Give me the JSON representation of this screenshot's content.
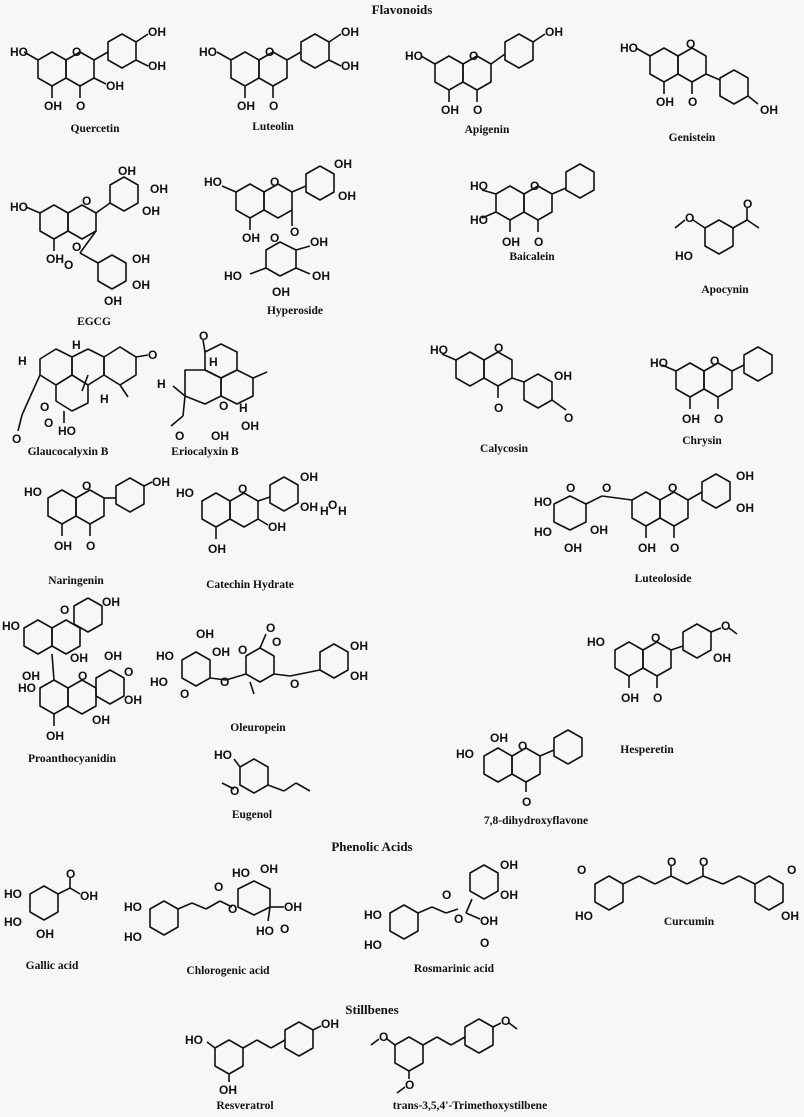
{
  "figure": {
    "background": "#f7f7f7",
    "sections": [
      {
        "title": "Flavonoids"
      },
      {
        "title": "Phenolic Acids"
      },
      {
        "title": "Stillbenes"
      }
    ]
  },
  "compounds": {
    "quercetin": {
      "name": "Quercetin",
      "groups": [
        "HO",
        "OH",
        "OH",
        "OH",
        "OH",
        "O",
        "O"
      ]
    },
    "luteolin": {
      "name": "Luteolin",
      "groups": [
        "HO",
        "OH",
        "OH",
        "OH",
        "O",
        "O"
      ]
    },
    "apigenin": {
      "name": "Apigenin",
      "groups": [
        "HO",
        "OH",
        "OH",
        "O",
        "O"
      ]
    },
    "genistein": {
      "name": "Genistein",
      "groups": [
        "HO",
        "OH",
        "OH",
        "O",
        "O"
      ]
    },
    "egcg": {
      "name": "EGCG",
      "groups": [
        "HO",
        "OH",
        "OH",
        "OH",
        "OH",
        "OH",
        "OH",
        "OH",
        "O",
        "O",
        "O"
      ]
    },
    "hyperoside": {
      "name": "Hyperoside",
      "groups": [
        "HO",
        "OH",
        "OH",
        "OH",
        "OH",
        "OH",
        "HO",
        "OH",
        "O",
        "O",
        "O",
        "O"
      ]
    },
    "baicalein": {
      "name": "Baicalein",
      "groups": [
        "HO",
        "HO",
        "OH",
        "O",
        "O"
      ]
    },
    "apocynin": {
      "name": "Apocynin",
      "groups": [
        "O",
        "HO",
        "O"
      ]
    },
    "glaucocalyxin_b": {
      "name": "Glaucocalyxin B",
      "groups": [
        "H",
        "H",
        "H",
        "O",
        "O",
        "O",
        "O",
        "HO"
      ]
    },
    "eriocalyxin_b": {
      "name": "Eriocalyxin B",
      "groups": [
        "O",
        "H",
        "H",
        "H",
        "O",
        "OH",
        "O",
        "OH"
      ]
    },
    "calycosin": {
      "name": "Calycosin",
      "groups": [
        "HO",
        "O",
        "O",
        "OH",
        "O"
      ]
    },
    "chrysin": {
      "name": "Chrysin",
      "groups": [
        "HO",
        "O",
        "OH",
        "O"
      ]
    },
    "naringenin": {
      "name": "Naringenin",
      "groups": [
        "HO",
        "O",
        "OH",
        "OH",
        "O"
      ]
    },
    "catechin_hydrate": {
      "name": "Catechin Hydrate",
      "groups": [
        "HO",
        "O",
        "OH",
        "OH",
        "OH",
        "OH",
        "H",
        "O",
        "H"
      ]
    },
    "luteoloside": {
      "name": "Luteoloside",
      "groups": [
        "HO",
        "O",
        "O",
        "O",
        "OH",
        "OH",
        "HO",
        "OH",
        "OH",
        "OH",
        "O"
      ]
    },
    "proanthocyanidin": {
      "name": "Proanthocyanidin",
      "groups": [
        "OH",
        "HO",
        "O",
        "OH",
        "OH",
        "HO",
        "O",
        "OH",
        "O",
        "OH",
        "OH",
        "OH"
      ]
    },
    "oleuropein": {
      "name": "Oleuropein",
      "groups": [
        "OH",
        "HO",
        "OH",
        "HO",
        "O",
        "O",
        "O",
        "O",
        "O",
        "O",
        "O",
        "OH",
        "OH"
      ]
    },
    "hesperetin": {
      "name": "Hesperetin",
      "groups": [
        "HO",
        "O",
        "O",
        "OH",
        "OH",
        "O"
      ]
    },
    "eugenol": {
      "name": "Eugenol",
      "groups": [
        "HO",
        "O"
      ]
    },
    "dihydroxyflavone_78": {
      "name": "7,8-dihydroxyflavone",
      "groups": [
        "OH",
        "HO",
        "O",
        "O"
      ]
    },
    "gallic_acid": {
      "name": "Gallic acid",
      "groups": [
        "HO",
        "HO",
        "OH",
        "O",
        "OH"
      ]
    },
    "chlorogenic_acid": {
      "name": "Chlorogenic acid",
      "groups": [
        "HO",
        "OH",
        "HO",
        "HO",
        "O",
        "O",
        "OH",
        "HO",
        "O"
      ]
    },
    "rosmarinic_acid": {
      "name": "Rosmarinic acid",
      "groups": [
        "OH",
        "OH",
        "HO",
        "HO",
        "O",
        "O",
        "OH",
        "O"
      ]
    },
    "curcumin": {
      "name": "Curcumin",
      "groups": [
        "O",
        "O",
        "O",
        "O",
        "HO",
        "OH"
      ]
    },
    "resveratrol": {
      "name": "Resveratrol",
      "groups": [
        "HO",
        "OH",
        "OH"
      ]
    },
    "trimethoxystilbene": {
      "name": "trans-3,5,4'-Trimethoxystilbene",
      "groups": [
        "O",
        "O",
        "O"
      ]
    }
  }
}
